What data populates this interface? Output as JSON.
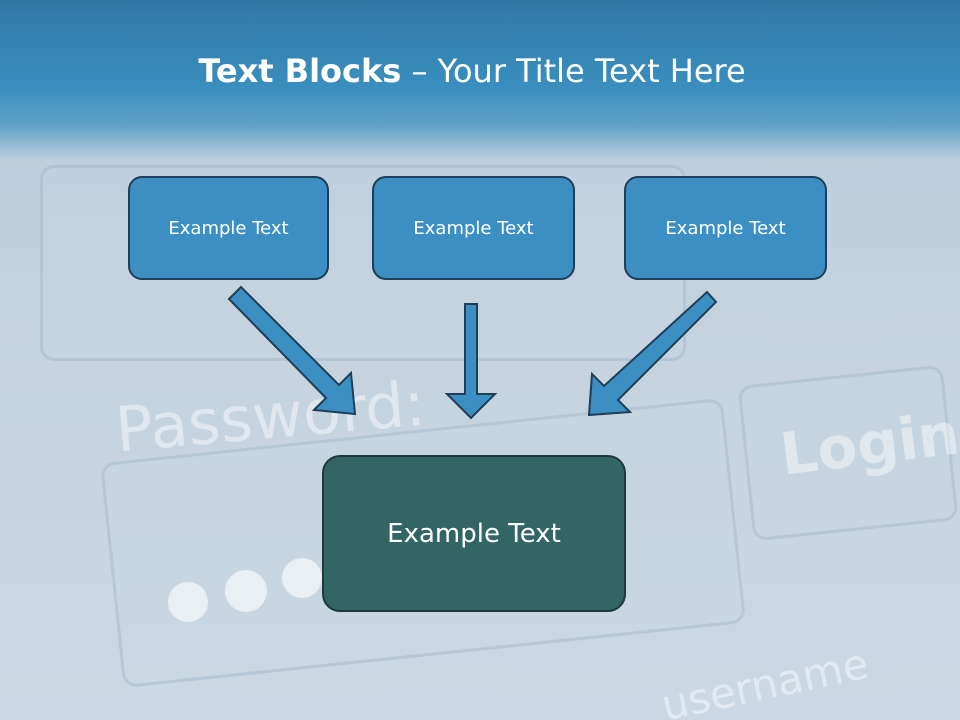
{
  "slide": {
    "title_bold": "Text Blocks",
    "title_separator": "–",
    "title_rest": "Your Title Text Here"
  },
  "background_photo": {
    "visible_words": [
      "Password:",
      "Login",
      "username"
    ]
  },
  "blocks": {
    "top_left": "Example Text",
    "top_center": "Example Text",
    "top_right": "Example Text",
    "bottom": "Example Text"
  },
  "colors": {
    "header": "#3a8fbe",
    "block_fill": "#3b8fc2",
    "bottom_block_fill": "#336565",
    "arrow_fill": "#3b8fc2"
  }
}
